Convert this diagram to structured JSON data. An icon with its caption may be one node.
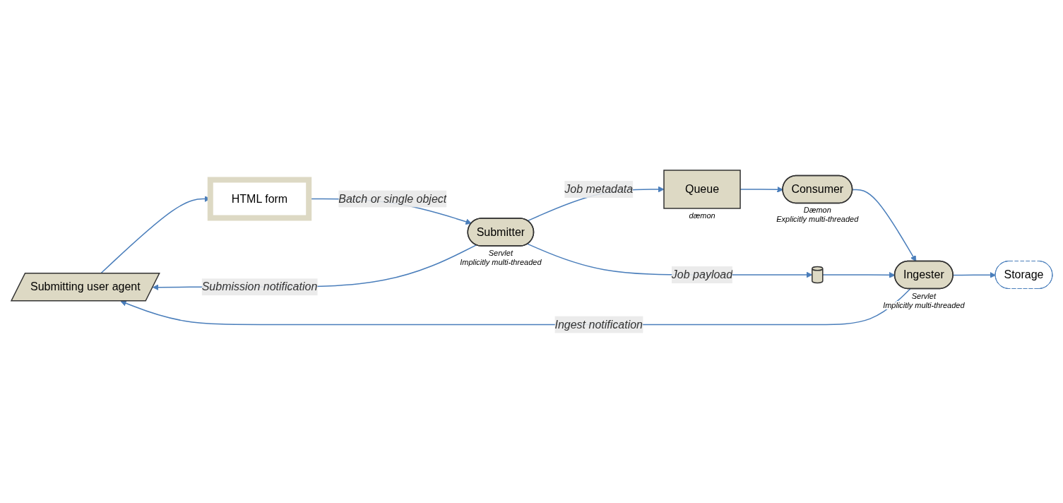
{
  "diagram": {
    "nodes": [
      {
        "text": [
          "Submitting user agent"
        ]
      },
      {
        "text": [
          "HTML form"
        ]
      },
      {
        "text": [
          "Submitter"
        ],
        "beside": [
          "Servlet",
          "Implicitly multi-threaded"
        ]
      },
      {
        "text": [
          "Queue"
        ],
        "beside": [
          "dæmon"
        ]
      },
      {
        "text": [
          "Consumer"
        ],
        "beside": [
          "Dæmon",
          "Explicitly multi-threaded"
        ]
      },
      {
        "text": [
          "Ingester"
        ],
        "beside": [
          "Servlet",
          "Implicitly multi-threaded"
        ]
      },
      {
        "text": [
          "Storage"
        ]
      },
      {
        "text": [],
        "shape": "cylinder"
      }
    ],
    "edges": [
      {
        "from": 0,
        "to": 1,
        "arrow": "to"
      },
      {
        "from": 1,
        "to": 2,
        "arrow": "to",
        "label": "Batch or single object"
      },
      {
        "from": 2,
        "to": 0,
        "arrow": "to",
        "label": "Submission notification"
      },
      {
        "from": 2,
        "to": 3,
        "arrow": "to",
        "label": "Job metadata"
      },
      {
        "from": 3,
        "to": 4,
        "arrow": "to"
      },
      {
        "from": 4,
        "to": 5,
        "arrow": "to"
      },
      {
        "from": 5,
        "to": 0,
        "arrow": "to",
        "label": "Ingest notification"
      },
      {
        "from": 5,
        "to": 6,
        "arrow": "to"
      },
      {
        "from": 2,
        "to": 7,
        "arrow": "to",
        "label": "Job payload"
      },
      {
        "from": 7,
        "to": 5,
        "arrow": "to"
      }
    ]
  }
}
